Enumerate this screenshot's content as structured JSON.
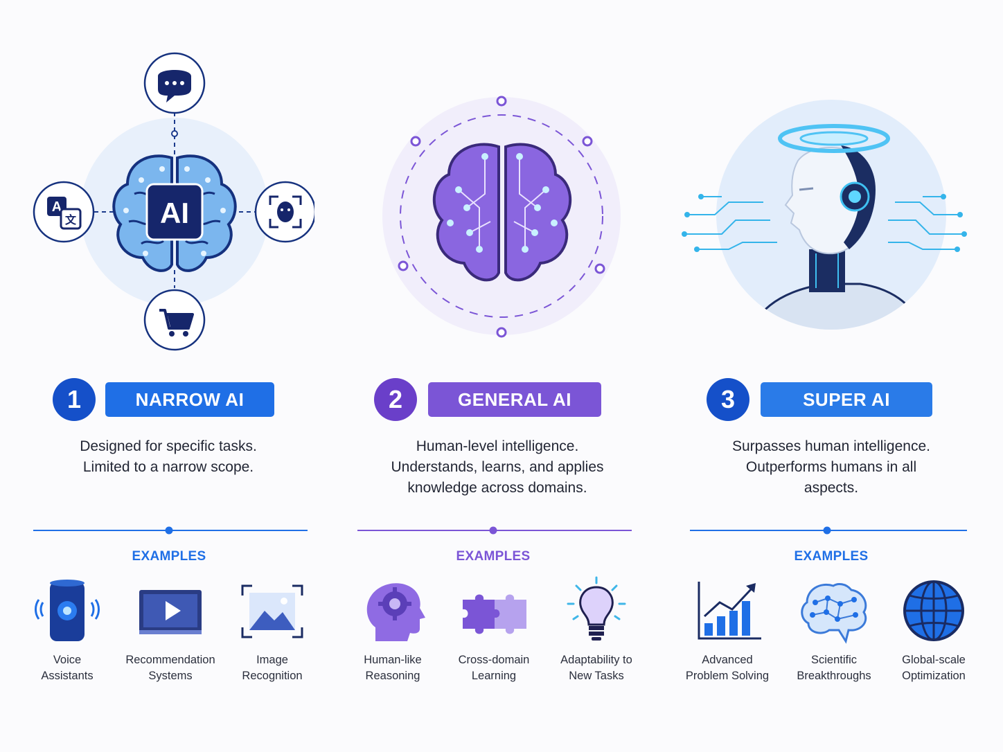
{
  "columns": [
    {
      "number": "1",
      "title": "NARROW AI",
      "accent": "#1f6fe6",
      "accent_dark": "#1550c9",
      "description": [
        "Designed for specific tasks.",
        "Limited to a narrow scope."
      ],
      "examples_title": "EXAMPLES",
      "examples": [
        {
          "icon": "smart-speaker-icon",
          "label": [
            "Voice",
            "Assistants"
          ]
        },
        {
          "icon": "video-play-icon",
          "label": [
            "Recommendation",
            "Systems"
          ]
        },
        {
          "icon": "image-frame-icon",
          "label": [
            "Image",
            "Recognition"
          ]
        }
      ],
      "hub": {
        "center_label": "AI",
        "satellites": [
          "chat-bubble-icon",
          "translate-icon",
          "face-scan-icon",
          "shopping-cart-icon"
        ]
      }
    },
    {
      "number": "2",
      "title": "GENERAL AI",
      "accent": "#7b55d6",
      "accent_dark": "#6a3fc9",
      "description": [
        "Human-level intelligence.",
        "Understands, learns, and applies",
        "knowledge across domains."
      ],
      "examples_title": "EXAMPLES",
      "examples": [
        {
          "icon": "head-gear-icon",
          "label": [
            "Human-like",
            "Reasoning"
          ]
        },
        {
          "icon": "puzzle-icon",
          "label": [
            "Cross-domain",
            "Learning"
          ]
        },
        {
          "icon": "lightbulb-icon",
          "label": [
            "Adaptability to",
            "New Tasks"
          ]
        }
      ]
    },
    {
      "number": "3",
      "title": "SUPER AI",
      "accent": "#2a7be8",
      "accent_dark": "#1550c9",
      "description": [
        "Surpasses human intelligence.",
        "Outperforms humans in all",
        "aspects."
      ],
      "examples_title": "EXAMPLES",
      "examples": [
        {
          "icon": "growth-chart-icon",
          "label": [
            "Advanced",
            "Problem Solving"
          ]
        },
        {
          "icon": "brain-network-icon",
          "label": [
            "Scientific",
            "Breakthroughs"
          ]
        },
        {
          "icon": "globe-icon",
          "label": [
            "Global-scale",
            "Optimization"
          ]
        }
      ]
    }
  ]
}
